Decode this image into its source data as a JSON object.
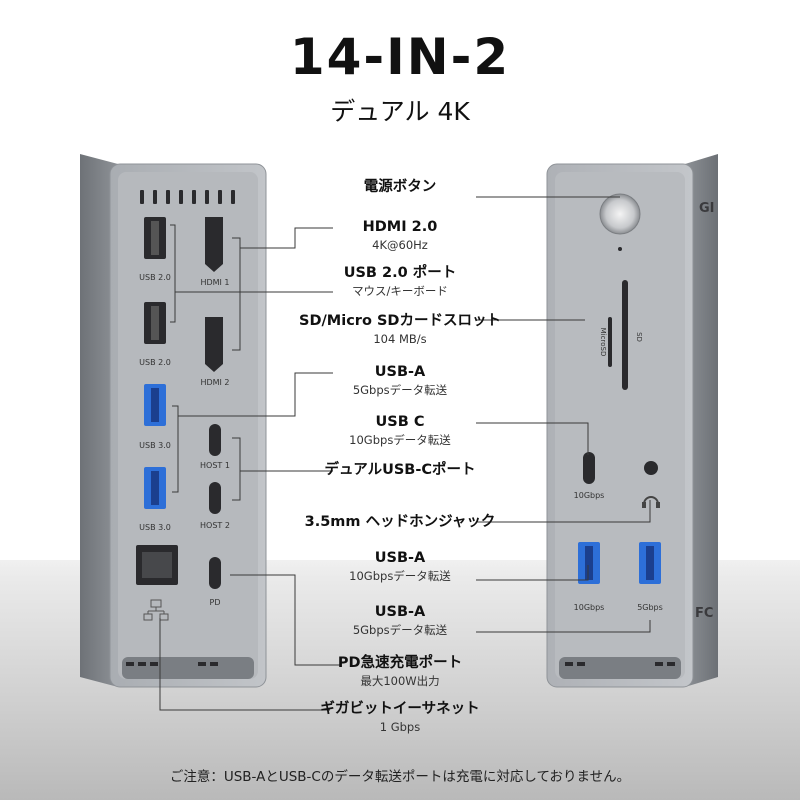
{
  "title": "14-IN-2",
  "subtitle": "デュアル 4K",
  "labels": [
    {
      "main": "電源ボタン",
      "sub": ""
    },
    {
      "main": "HDMI 2.0",
      "sub": "4K@60Hz"
    },
    {
      "main": "USB 2.0 ポート",
      "sub": "マウス/キーボード"
    },
    {
      "main": "SD/Micro SDカードスロット",
      "sub": "104 MB/s"
    },
    {
      "main": "USB-A",
      "sub": "5Gbpsデータ転送"
    },
    {
      "main": "USB C",
      "sub": "10Gbpsデータ転送"
    },
    {
      "main": "デュアルUSB-Cポート",
      "sub": ""
    },
    {
      "main": "3.5mm ヘッドホンジャック",
      "sub": ""
    },
    {
      "main": "USB-A",
      "sub": "10Gbpsデータ転送"
    },
    {
      "main": "USB-A",
      "sub": "5Gbpsデータ転送"
    },
    {
      "main": "PD急速充電ポート",
      "sub": "最大100W出力"
    },
    {
      "main": "ギガビットイーサネット",
      "sub": "1 Gbps"
    }
  ],
  "left_device": {
    "usb20_a": "USB 2.0",
    "usb20_b": "USB 2.0",
    "usb30_a": "USB 3.0",
    "usb30_b": "USB 3.0",
    "hdmi1": "HDMI 1",
    "hdmi2": "HDMI 2",
    "host1": "HOST 1",
    "host2": "HOST 2",
    "pd": "PD"
  },
  "right_device": {
    "microsd": "MicroSD",
    "sd": "SD",
    "usbc": "10Gbps",
    "usba1": "10Gbps",
    "usba2": "5Gbps",
    "brand": "GI",
    "fc": "FC"
  },
  "note": "ご注意：USB-AとUSB-Cのデータ転送ポートは充電に対応しておりません。",
  "colors": {
    "body": "#9da1a6",
    "panel": "#b4b7bb",
    "usb3_blue": "#2d6fd8",
    "port_dark": "#2a2a2d"
  }
}
